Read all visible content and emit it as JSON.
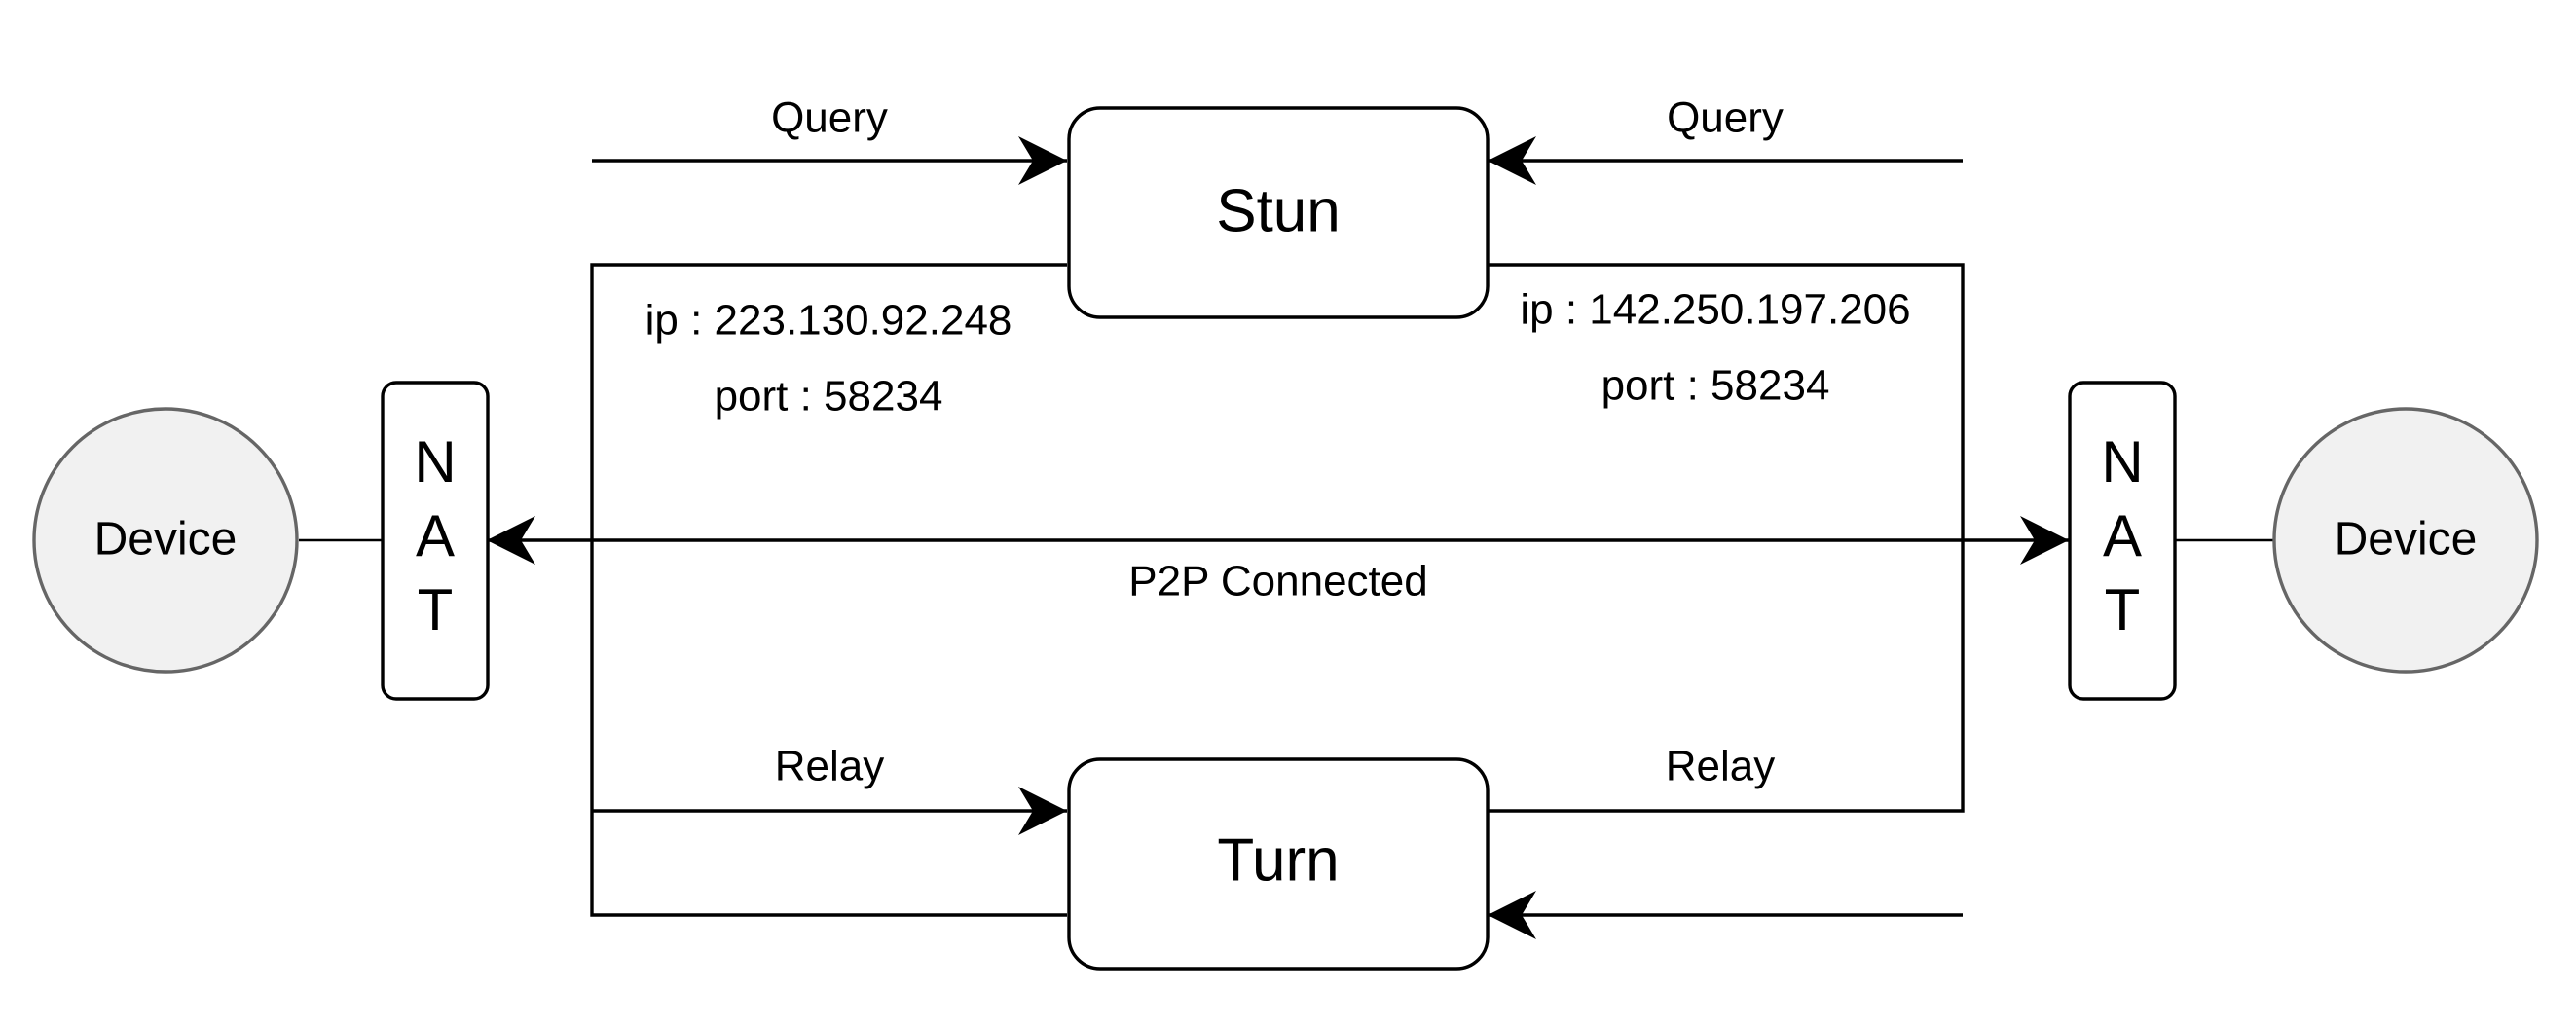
{
  "devices": {
    "left": "Device",
    "right": "Device"
  },
  "nat": {
    "left_letters": [
      "N",
      "A",
      "T"
    ],
    "right_letters": [
      "N",
      "A",
      "T"
    ]
  },
  "servers": {
    "stun": "Stun",
    "turn": "Turn"
  },
  "labels": {
    "query_left": "Query",
    "query_right": "Query",
    "relay_left": "Relay",
    "relay_right": "Relay",
    "p2p": "P2P Connected"
  },
  "endpoints": {
    "left_ip": "ip : 223.130.92.248",
    "left_port": "port : 58234",
    "right_ip": "ip : 142.250.197.206",
    "right_port": "port : 58234"
  }
}
